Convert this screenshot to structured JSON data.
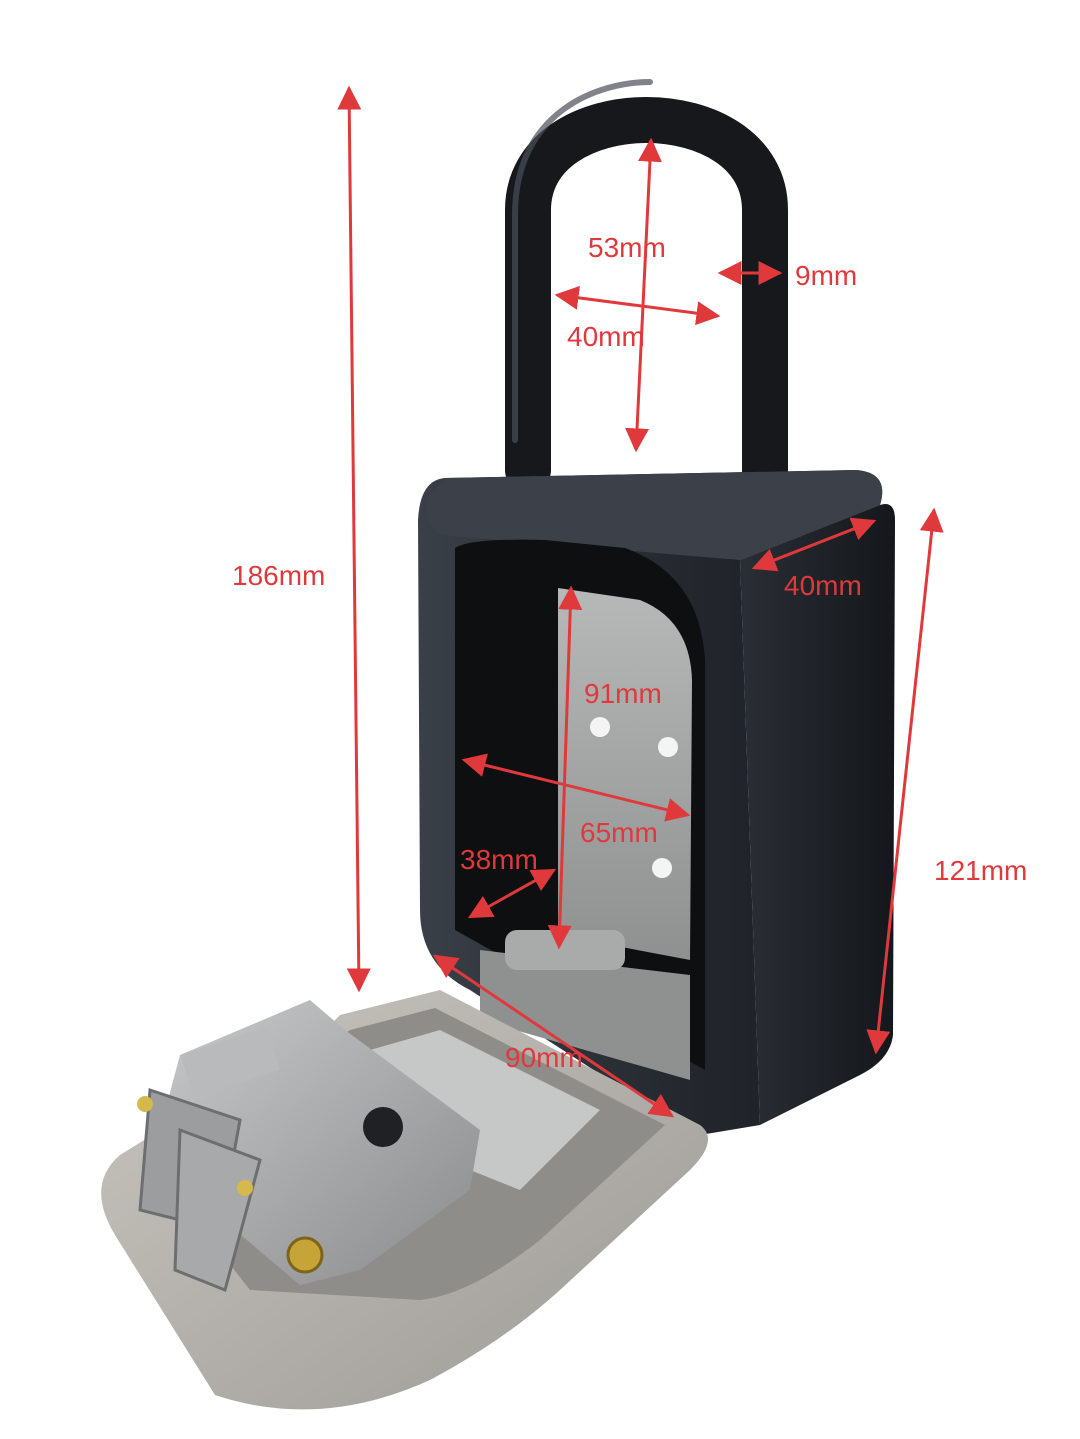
{
  "photo": {
    "subject": "lockbox-with-shackle",
    "colors": {
      "background": "#ffffff",
      "body": "#2b2f36",
      "interior": "#9a9b9b",
      "annotation": "#e0393c"
    }
  },
  "dimensions": {
    "overall_height": "186mm",
    "shackle_height": "53mm",
    "shackle_thickness": "9mm",
    "shackle_inner_width": "40mm",
    "body_depth": "40mm",
    "body_height": "121mm",
    "interior_height": "91mm",
    "interior_width": "65mm",
    "interior_depth": "38mm",
    "lid_length": "90mm"
  }
}
